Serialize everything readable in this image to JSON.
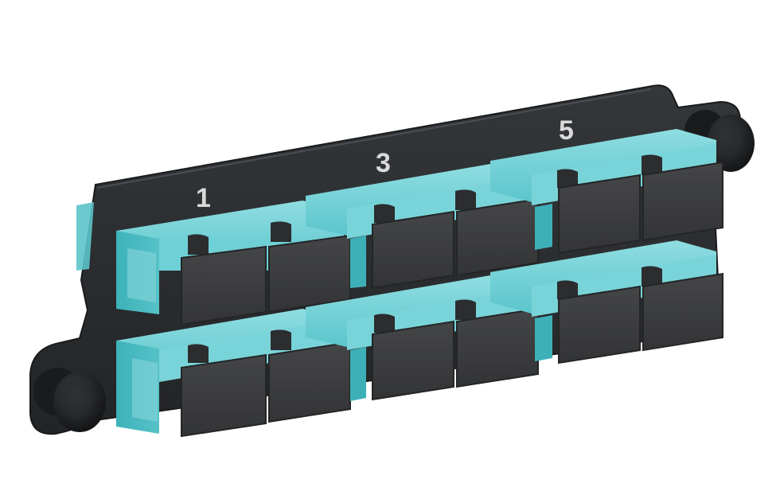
{
  "panel": {
    "port_labels": [
      "1",
      "3",
      "5"
    ],
    "colors": {
      "plate": "#2b2e31",
      "plate_edge": "#1a1c1e",
      "adapter_aqua": "#4fc3c9",
      "adapter_aqua_light": "#8ad9dd",
      "adapter_aqua_dark": "#2a9aa1",
      "dust_cap": "#3a3b3d",
      "dust_cap_edge": "#242526",
      "screw": "#1d1e20"
    },
    "adapter_count": 6,
    "ports_per_adapter": 2
  }
}
